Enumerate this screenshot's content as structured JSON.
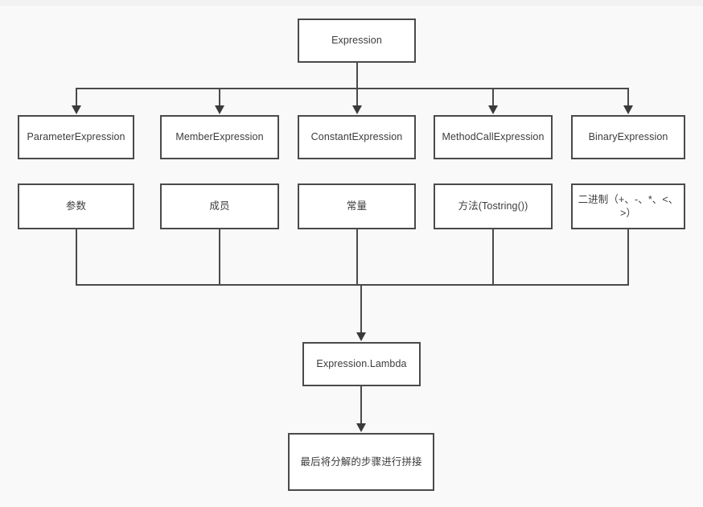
{
  "diagram": {
    "title": "Expression Tree Decomposition Flowchart",
    "background_color": "#f9f9f9",
    "node_fill": "#ffffff",
    "node_border_color": "#4a4a4a",
    "connector_color": "#4a4a4a",
    "text_color": "#3c3c3c"
  },
  "root": {
    "label": "Expression"
  },
  "types": [
    {
      "label": "ParameterExpression"
    },
    {
      "label": "MemberExpression"
    },
    {
      "label": "ConstantExpression"
    },
    {
      "label": "MethodCallExpression"
    },
    {
      "label": "BinaryExpression"
    }
  ],
  "meanings": [
    {
      "label": "参数"
    },
    {
      "label": "成员"
    },
    {
      "label": "常量"
    },
    {
      "label": "方法(Tostring())"
    },
    {
      "label": "二进制（+、-、*、<、>）"
    }
  ],
  "combine": {
    "label": "Expression.Lambda"
  },
  "result": {
    "label": "最后将分解的步骤进行拼接"
  }
}
